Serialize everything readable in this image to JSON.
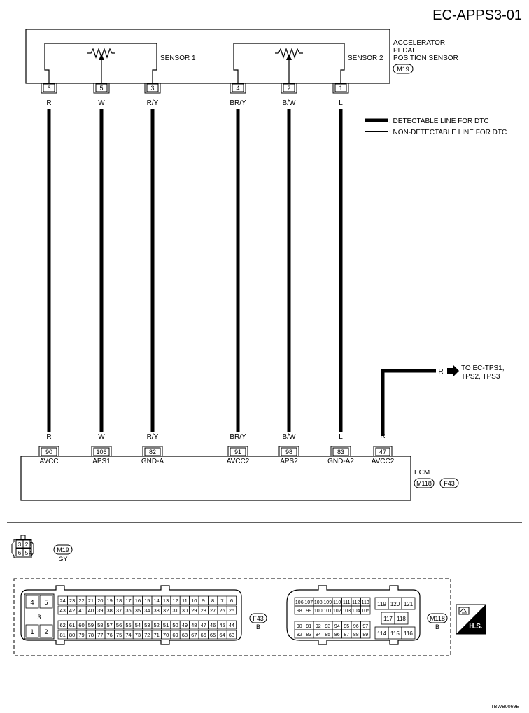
{
  "page_id": "EC-APPS3-01",
  "figure_id": "TBWB0069E",
  "sensor": {
    "title_lines": [
      "ACCELERATOR",
      "PEDAL",
      "POSITION SENSOR"
    ],
    "connector": "M19",
    "sensor1_label": "SENSOR 1",
    "sensor2_label": "SENSOR 2"
  },
  "legend": {
    "detectable": ": DETECTABLE LINE FOR DTC",
    "non_detectable": ": NON-DETECTABLE LINE FOR DTC"
  },
  "wires": [
    {
      "sensor_pin": "6",
      "top_color": "R",
      "bottom_color": "R",
      "ecm_pin": "90",
      "ecm_label": "AVCC"
    },
    {
      "sensor_pin": "5",
      "top_color": "W",
      "bottom_color": "W",
      "ecm_pin": "106",
      "ecm_label": "APS1"
    },
    {
      "sensor_pin": "3",
      "top_color": "R/Y",
      "bottom_color": "R/Y",
      "ecm_pin": "82",
      "ecm_label": "GND-A"
    },
    {
      "sensor_pin": "4",
      "top_color": "BR/Y",
      "bottom_color": "BR/Y",
      "ecm_pin": "91",
      "ecm_label": "AVCC2"
    },
    {
      "sensor_pin": "2",
      "top_color": "B/W",
      "bottom_color": "B/W",
      "ecm_pin": "98",
      "ecm_label": "APS2"
    },
    {
      "sensor_pin": "1",
      "top_color": "L",
      "bottom_color": "L",
      "ecm_pin": "83",
      "ecm_label": "GND-A2"
    }
  ],
  "branch": {
    "ecm_pin": "47",
    "ecm_label": "AVCC2",
    "color": "R",
    "arrow_color": "R",
    "dest_lines": [
      "TO EC-TPS1,",
      "TPS2, TPS3"
    ]
  },
  "ecm": {
    "label": "ECM",
    "connectors": [
      "M118",
      "F43"
    ],
    "comma": ","
  },
  "sensor_connector": {
    "id": "M19",
    "color": "GY",
    "pins_top": [
      "3",
      "2",
      "1"
    ],
    "pins_bottom": [
      "6",
      "5",
      "4"
    ]
  },
  "ecm_connector_f43": {
    "id": "F43",
    "color": "B",
    "big": [
      "4",
      "5",
      "3",
      "1",
      "2"
    ],
    "row1": [
      "24",
      "23",
      "22",
      "21",
      "20",
      "19",
      "18",
      "17",
      "16",
      "15",
      "14",
      "13",
      "12",
      "11",
      "10",
      "9",
      "8",
      "7",
      "6"
    ],
    "row2": [
      "43",
      "42",
      "41",
      "40",
      "39",
      "38",
      "37",
      "36",
      "35",
      "34",
      "33",
      "32",
      "31",
      "30",
      "29",
      "28",
      "27",
      "26",
      "25"
    ],
    "row3": [
      "62",
      "61",
      "60",
      "59",
      "58",
      "57",
      "56",
      "55",
      "54",
      "53",
      "52",
      "51",
      "50",
      "49",
      "48",
      "47",
      "46",
      "45",
      "44"
    ],
    "row4": [
      "81",
      "80",
      "79",
      "78",
      "77",
      "76",
      "75",
      "74",
      "73",
      "72",
      "71",
      "70",
      "69",
      "68",
      "67",
      "66",
      "65",
      "64",
      "63"
    ]
  },
  "ecm_connector_m118": {
    "id": "M118",
    "color": "B",
    "row1": [
      "106",
      "107",
      "108",
      "109",
      "110",
      "111",
      "112",
      "113"
    ],
    "row2": [
      "98",
      "99",
      "100",
      "101",
      "102",
      "103",
      "104",
      "105"
    ],
    "row3": [
      "90",
      "91",
      "92",
      "93",
      "94",
      "95",
      "96",
      "97"
    ],
    "row4": [
      "82",
      "83",
      "84",
      "85",
      "86",
      "87",
      "88",
      "89"
    ],
    "right_top": [
      "119",
      "120",
      "121"
    ],
    "right_mid": [
      "117",
      "118"
    ],
    "right_bot": [
      "114",
      "115",
      "116"
    ]
  },
  "hs_badge": "H.S."
}
